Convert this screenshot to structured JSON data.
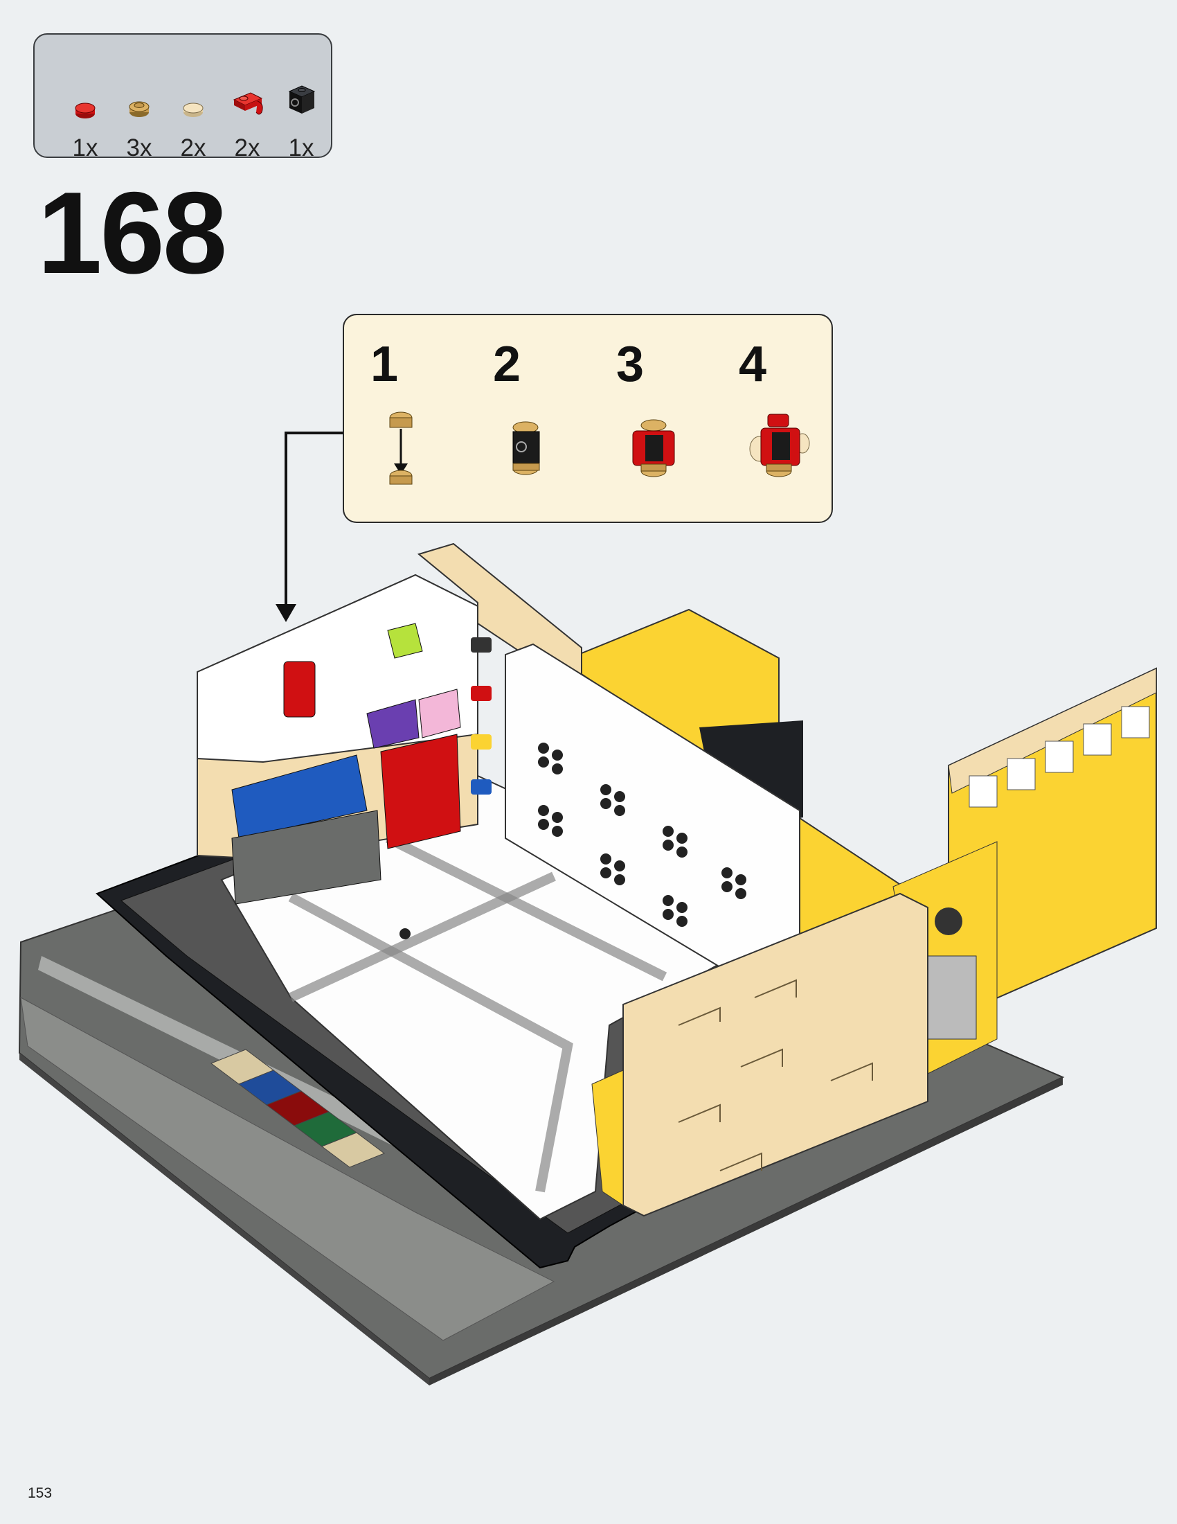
{
  "parts_list": {
    "items": [
      {
        "qty": "1x",
        "icon": "red-round-plate-icon",
        "color": "#d01012"
      },
      {
        "qty": "3x",
        "icon": "gold-round-plate-icon",
        "color": "#c69a4e"
      },
      {
        "qty": "2x",
        "icon": "tan-round-tile-icon",
        "color": "#f0dcb0"
      },
      {
        "qty": "2x",
        "icon": "red-clip-plate-icon",
        "color": "#d01012"
      },
      {
        "qty": "1x",
        "icon": "black-brick-with-stud-icon",
        "color": "#1b1b1b"
      }
    ]
  },
  "step": {
    "number": "168"
  },
  "sub_steps": {
    "items": [
      "1",
      "2",
      "3",
      "4"
    ]
  },
  "page": {
    "number": "153"
  },
  "colors": {
    "background": "#edf0f2",
    "parts_box": "#c9ced3",
    "callout": "#fbf3dc",
    "white_brick": "#ffffff",
    "tan_brick": "#f3ddb0",
    "yellow_brick": "#fbd332",
    "black_brick": "#1e2024",
    "dark_gray": "#6a6c6a",
    "light_gray": "#a8aaa8",
    "blue": "#1f5bbf",
    "red": "#d01012",
    "purple": "#6a3fb0",
    "pink": "#f3b7d8",
    "green": "#1f6b3a"
  }
}
